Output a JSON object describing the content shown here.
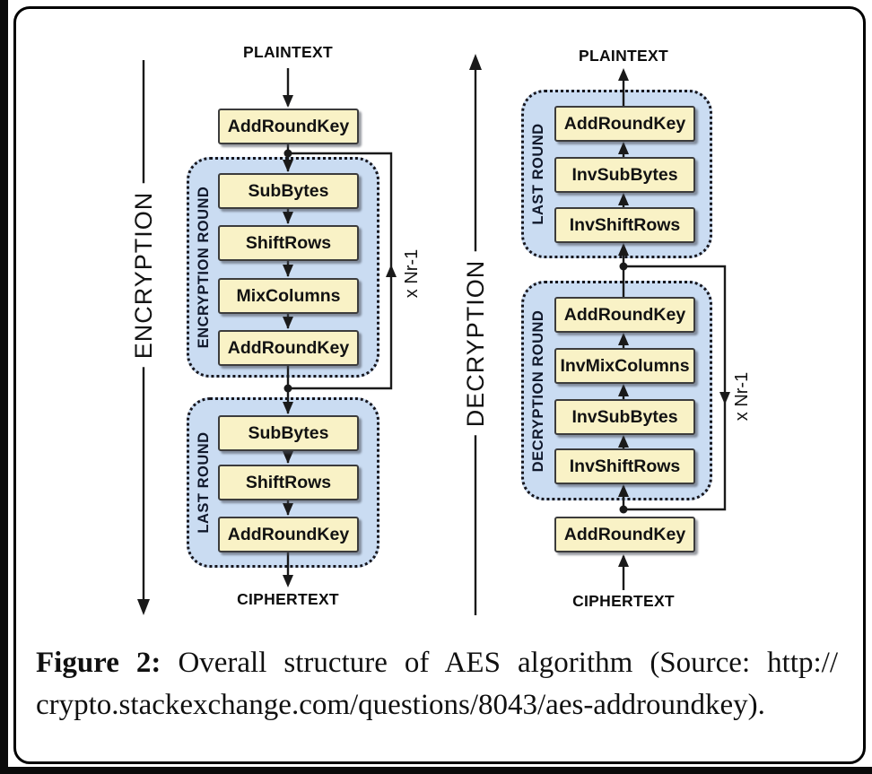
{
  "figure": {
    "encryption": {
      "axis_label": "ENCRYPTION",
      "input_label": "PLAINTEXT",
      "output_label": "CIPHERTEXT",
      "pre_round_box": "AddRoundKey",
      "round": {
        "label": "ENCRYPTION ROUND",
        "boxes": [
          "SubBytes",
          "ShiftRows",
          "MixColumns",
          "AddRoundKey"
        ]
      },
      "last_round": {
        "label": "LAST ROUND",
        "boxes": [
          "SubBytes",
          "ShiftRows",
          "AddRoundKey"
        ]
      },
      "loop_label": "x Nr-1"
    },
    "decryption": {
      "axis_label": "DECRYPTION",
      "input_label": "CIPHERTEXT",
      "output_label": "PLAINTEXT",
      "post_round_box": "AddRoundKey",
      "last_round": {
        "label": "LAST ROUND",
        "boxes": [
          "AddRoundKey",
          "InvSubBytes",
          "InvShiftRows"
        ]
      },
      "round": {
        "label": "DECRYPTION ROUND",
        "boxes": [
          "AddRoundKey",
          "InvMixColumns",
          "InvSubBytes",
          "InvShiftRows"
        ]
      },
      "loop_label": "x Nr-1"
    }
  },
  "caption": {
    "figure_label": "Figure 2:",
    "text_line1": "Overall structure of AES algorithm (Source: http://",
    "text_line2": "crypto.stackexchange.com/questions/8043/aes-addroundkey)."
  },
  "colors": {
    "box_fill": "#f9f2c6",
    "box_border": "#3c3c3c",
    "round_fill": "#cadcf2",
    "stroke": "#1a1a1a"
  }
}
